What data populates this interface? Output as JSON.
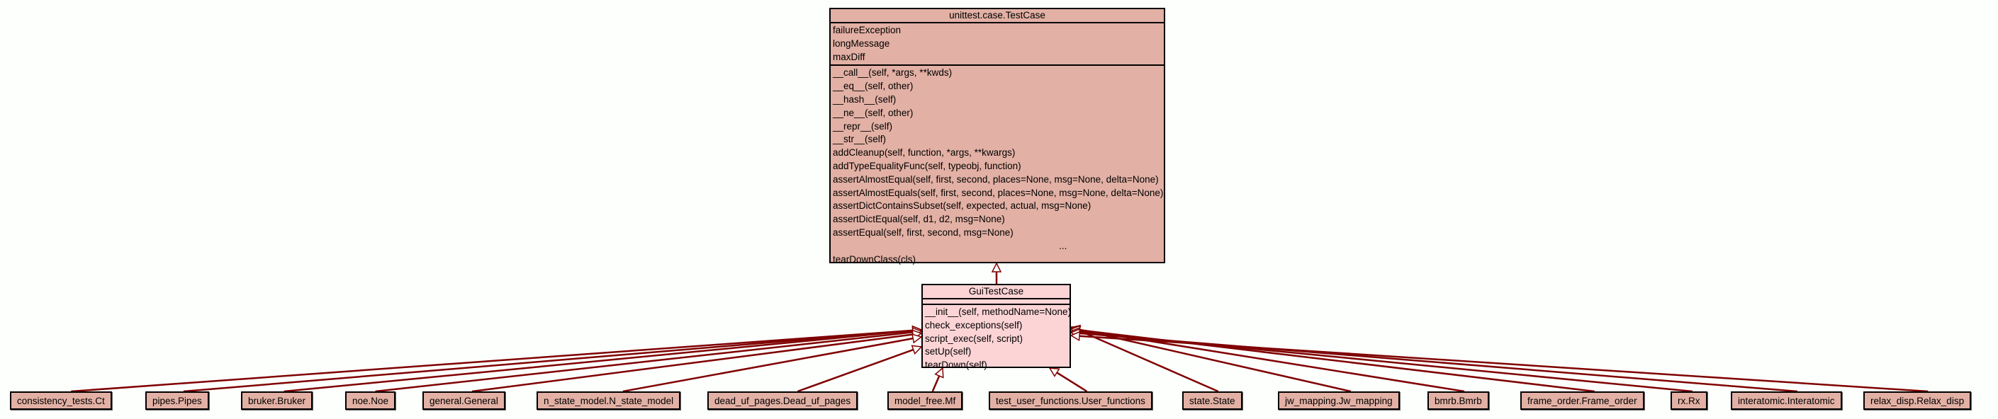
{
  "diagram": {
    "type": "UML class inheritance diagram",
    "edge_color": "#7f0000",
    "base_class": {
      "name": "unittest.case.TestCase",
      "fill": "#e2b0a4",
      "attributes": [
        "failureException",
        "longMessage",
        "maxDiff"
      ],
      "methods": [
        "__call__(self, *args, **kwds)",
        "__eq__(self, other)",
        "__hash__(self)",
        "__ne__(self, other)",
        "__repr__(self)",
        "__str__(self)",
        "addCleanup(self, function, *args, **kwargs)",
        "addTypeEqualityFunc(self, typeobj, function)",
        "assertAlmostEqual(self, first, second, places=None, msg=None, delta=None)",
        "assertAlmostEquals(self, first, second, places=None, msg=None, delta=None)",
        "assertDictContainsSubset(self, expected, actual, msg=None)",
        "assertDictEqual(self, d1, d2, msg=None)",
        "assertEqual(self, first, second, msg=None)"
      ],
      "ellipsis": "...",
      "trailing_methods": [
        "tearDownClass(cls)"
      ]
    },
    "focus_class": {
      "name": "GuiTestCase",
      "fill": "#fdd4d6",
      "attributes": [],
      "methods": [
        "__init__(self, methodName=None)",
        "check_exceptions(self)",
        "script_exec(self, script)",
        "setUp(self)",
        "tearDown(self)"
      ]
    },
    "subclasses": [
      "consistency_tests.Ct",
      "pipes.Pipes",
      "bruker.Bruker",
      "noe.Noe",
      "general.General",
      "n_state_model.N_state_model",
      "dead_uf_pages.Dead_uf_pages",
      "model_free.Mf",
      "test_user_functions.User_functions",
      "state.State",
      "jw_mapping.Jw_mapping",
      "bmrb.Bmrb",
      "frame_order.Frame_order",
      "rx.Rx",
      "interatomic.Interatomic",
      "relax_disp.Relax_disp"
    ]
  }
}
